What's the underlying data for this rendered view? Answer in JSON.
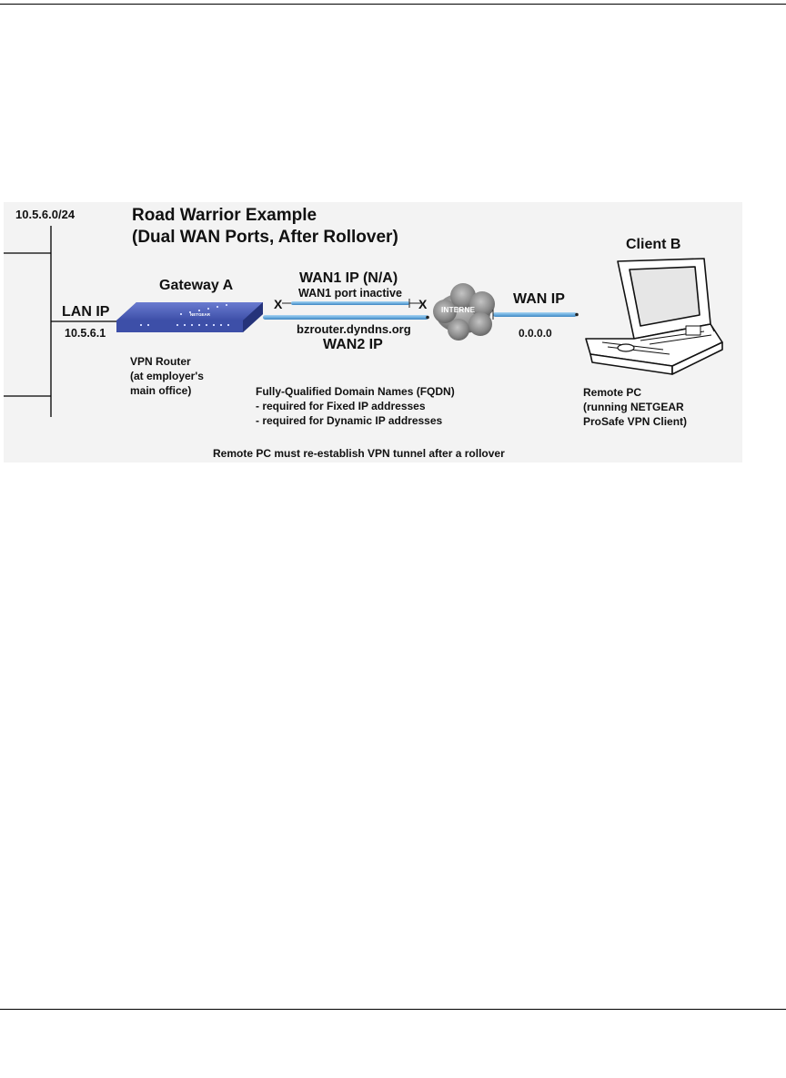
{
  "diagram": {
    "subnet": "10.5.6.0/24",
    "title": "Road Warrior Example",
    "subtitle": "(Dual WAN Ports, After Rollover)",
    "client_label": "Client B",
    "gateway_label": "Gateway A",
    "wan1_ip_label": "WAN1 IP (N/A)",
    "wan1_status": "WAN1 port inactive",
    "x_marker": "X",
    "lan_ip_label": "LAN IP",
    "lan_ip_value": "10.5.6.1",
    "wan2_hostname": "bzrouter.dyndns.org",
    "wan2_ip_label": "WAN2 IP",
    "wan_ip_label": "WAN IP",
    "wan_ip_value": "0.0.0.0",
    "internet_label": "INTERNE",
    "vpn_router_lines": [
      "VPN Router",
      "(at employer's",
      "main office)"
    ],
    "fqdn_lines": [
      "Fully-Qualified Domain Names (FQDN)",
      "- required for Fixed IP addresses",
      "- required for Dynamic IP addresses"
    ],
    "remote_pc_lines": [
      "Remote PC",
      "(running NETGEAR",
      "ProSafe VPN Client)"
    ],
    "footer_note": "Remote PC must re-establish VPN tunnel after a rollover",
    "router_brand": "NETGEAR",
    "colors": {
      "background": "#f3f3f3",
      "router_body": "#3d4fa8",
      "link_blue": "#6fb0e0",
      "cloud": "#7a7a7a",
      "text": "#111111"
    }
  }
}
